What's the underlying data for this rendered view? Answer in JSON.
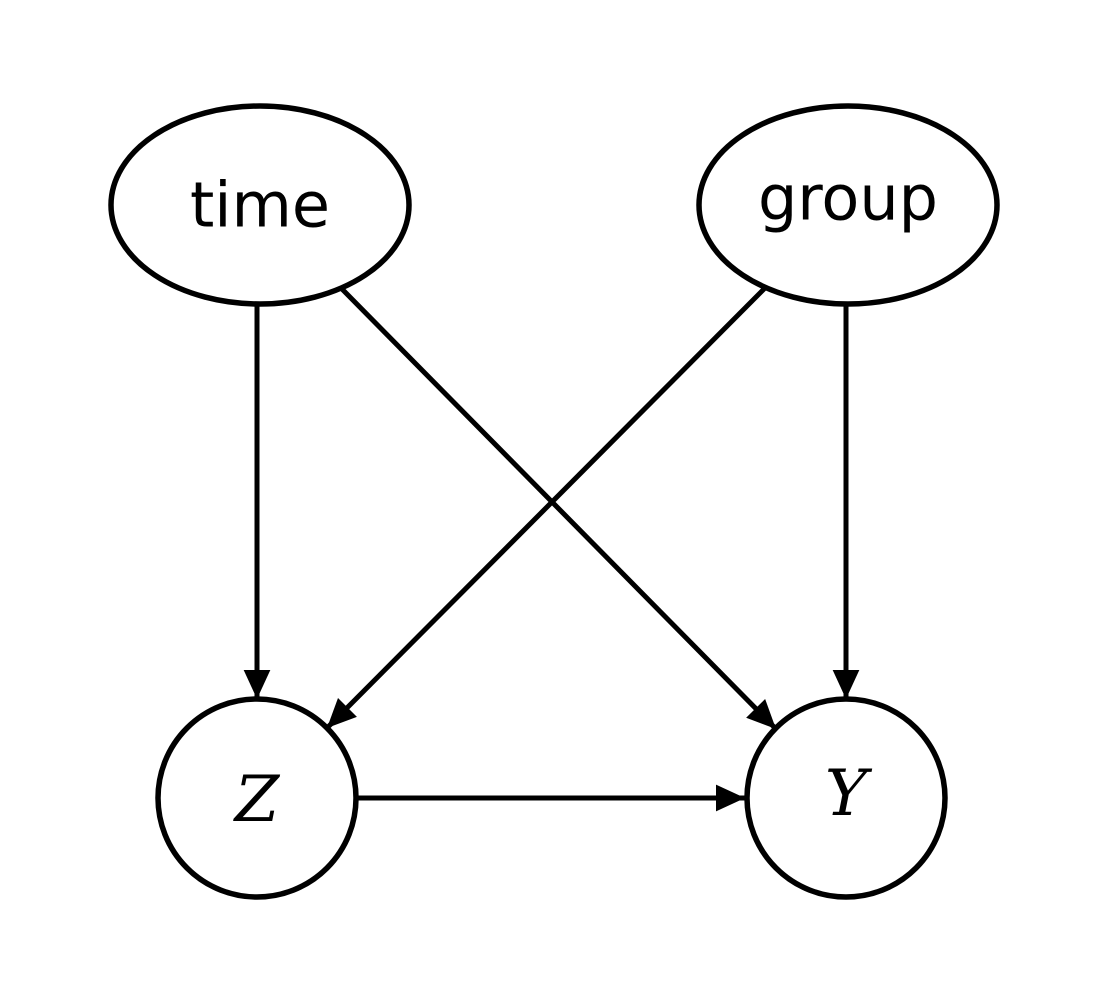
{
  "diagram": {
    "type": "causal-dag",
    "background_color": "#ffffff",
    "stroke_color": "#000000",
    "nodes": {
      "time": {
        "label": "time",
        "shape": "ellipse"
      },
      "group": {
        "label": "group",
        "shape": "ellipse"
      },
      "z": {
        "label": "Z",
        "shape": "circle"
      },
      "y": {
        "label": "Y",
        "shape": "circle"
      }
    },
    "edges": [
      {
        "from": "time",
        "to": "Z"
      },
      {
        "from": "time",
        "to": "Y"
      },
      {
        "from": "group",
        "to": "Z"
      },
      {
        "from": "group",
        "to": "Y"
      },
      {
        "from": "Z",
        "to": "Y"
      }
    ]
  }
}
